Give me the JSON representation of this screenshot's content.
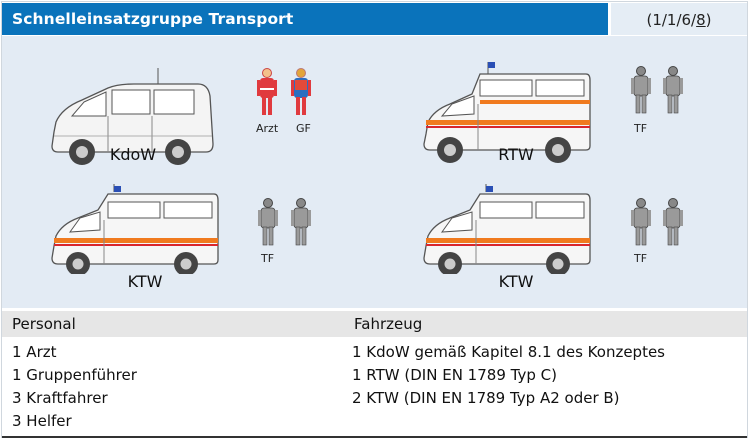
{
  "header": {
    "title": "Schnelleinsatzgruppe Transport"
  },
  "code": {
    "prefix": "(1/1/6/",
    "underlined": "8",
    "suffix": ")"
  },
  "vehicles": [
    {
      "label": "KdoW",
      "figures": [
        "Arzt",
        "GF"
      ]
    },
    {
      "label": "RTW",
      "figures": [
        "TF"
      ]
    },
    {
      "label": "KTW",
      "figures": [
        "TF"
      ]
    },
    {
      "label": "KTW",
      "figures": [
        "TF"
      ]
    }
  ],
  "table": {
    "col1_header": "Personal",
    "col2_header": "Fahrzeug",
    "personal": [
      "1 Arzt",
      "1 Gruppenführer",
      "3 Kraftfahrer",
      "3 Helfer"
    ],
    "fahrzeug": [
      "1 KdoW gemäß Kapitel 8.1 des Konzeptes",
      "1 RTW (DIN EN 1789 Typ C)",
      "2 KTW (DIN EN 1789 Typ A2 oder B)"
    ]
  },
  "colors": {
    "header_blue": "#0a73bb",
    "panel_bg": "#e3ebf4",
    "stripe_orange": "#f07a1e",
    "stripe_red": "#d9262c",
    "doctor_red": "#e03a3e"
  }
}
